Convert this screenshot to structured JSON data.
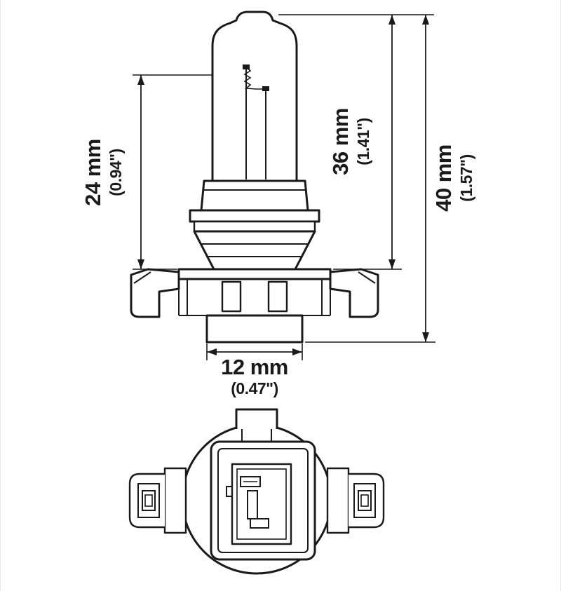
{
  "diagram": {
    "type": "technical-drawing",
    "subject": "automotive bulb with socket base, side view and bottom connector view",
    "line_color": "#1a1a1a",
    "background": "#ffffff"
  },
  "dims": {
    "d24": {
      "mm": "24 mm",
      "in": "(0.94\")"
    },
    "d36": {
      "mm": "36 mm",
      "in": "(1.41\")"
    },
    "d40": {
      "mm": "40 mm",
      "in": "(1.57\")"
    },
    "d12": {
      "mm": "12 mm",
      "in": "(0.47\")"
    }
  }
}
